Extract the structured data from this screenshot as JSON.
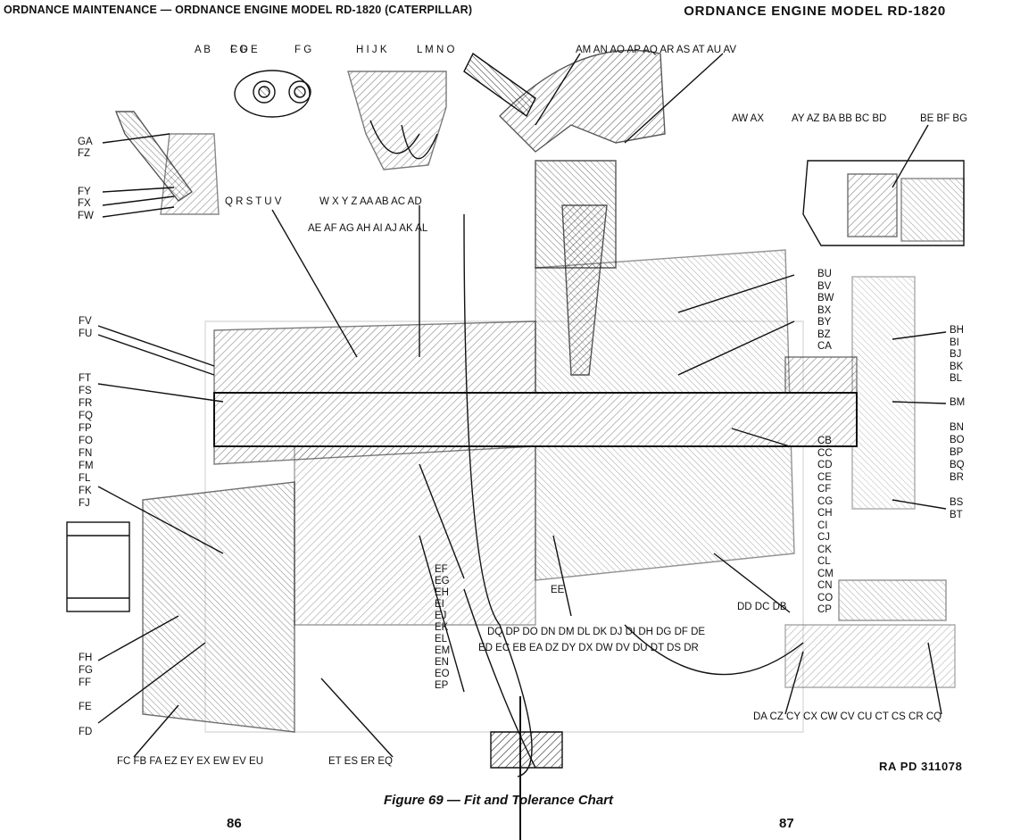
{
  "header": {
    "left_title": "ORDNANCE MAINTENANCE — ORDNANCE ENGINE MODEL RD-1820 (CATERPILLAR)",
    "right_title": "ORDNANCE ENGINE MODEL RD-1820"
  },
  "figure": {
    "caption": "Figure 69 — Fit and Tolerance Chart",
    "reference": "RA PD 311078"
  },
  "pages": {
    "left": "86",
    "right": "87"
  },
  "callouts": {
    "top_a": "A B",
    "top_b": "C D E",
    "top_c": "F G",
    "top_d": "H I J K",
    "top_e": "L M N O",
    "top_f": "AM AN AO AP AQ AR AS AT AU AV",
    "top_g": "AW AX",
    "top_h": "AY AZ BA BB BC BD",
    "top_i": "BE BF BG",
    "row2_a": "Q R S T U V",
    "row2_b": "W X Y Z AA AB AC AD",
    "row3": "AE AF AG AH AI AJ AK AL",
    "left_upper": [
      "GA",
      "FZ"
    ],
    "left_mid": [
      "FY",
      "FX",
      "FW"
    ],
    "left_col_a": [
      "FV",
      "FU"
    ],
    "left_col_b": [
      "FT",
      "FS",
      "FR",
      "FQ",
      "FP",
      "FO",
      "FN",
      "FM",
      "FL",
      "FK",
      "FJ"
    ],
    "left_col_c": [
      "FH",
      "FG",
      "FF"
    ],
    "left_fe": "FE",
    "left_fd": "FD",
    "bottom_left": "FC FB FA EZ EY EX EW EV EU",
    "bottom_mid": "ET ES ER EQ",
    "center_col": [
      "EF",
      "EG",
      "EH",
      "EI",
      "EJ",
      "EK",
      "EL",
      "EM",
      "EN",
      "EO",
      "EP"
    ],
    "center_ee": "EE",
    "row_dq": "DQ DP DO DN DM DL DK DJ DI DH DG DF DE",
    "row_ed": "ED EC EB EA DZ DY DX DW DV DU DT DS DR",
    "right_dd": "DD DC DB",
    "right_bu": [
      "BU",
      "BV",
      "BW",
      "BX",
      "BY",
      "BZ",
      "CA"
    ],
    "right_cb": [
      "CB",
      "CC",
      "CD",
      "CE",
      "CF",
      "CG",
      "CH",
      "CI",
      "CJ",
      "CK",
      "CL",
      "CM",
      "CN",
      "CO",
      "CP"
    ],
    "right_bh": [
      "BH",
      "BI",
      "BJ",
      "BK",
      "BL"
    ],
    "right_bm": "BM",
    "right_bn": [
      "BN",
      "BO",
      "BP",
      "BQ",
      "BR"
    ],
    "right_bs": [
      "BS",
      "BT"
    ],
    "bottom_right": "DA CZ CY CX CW CV CU CT CS CR CQ"
  },
  "icons": [
    "engine-cutaway-drawing",
    "inset-detail-drawings"
  ]
}
